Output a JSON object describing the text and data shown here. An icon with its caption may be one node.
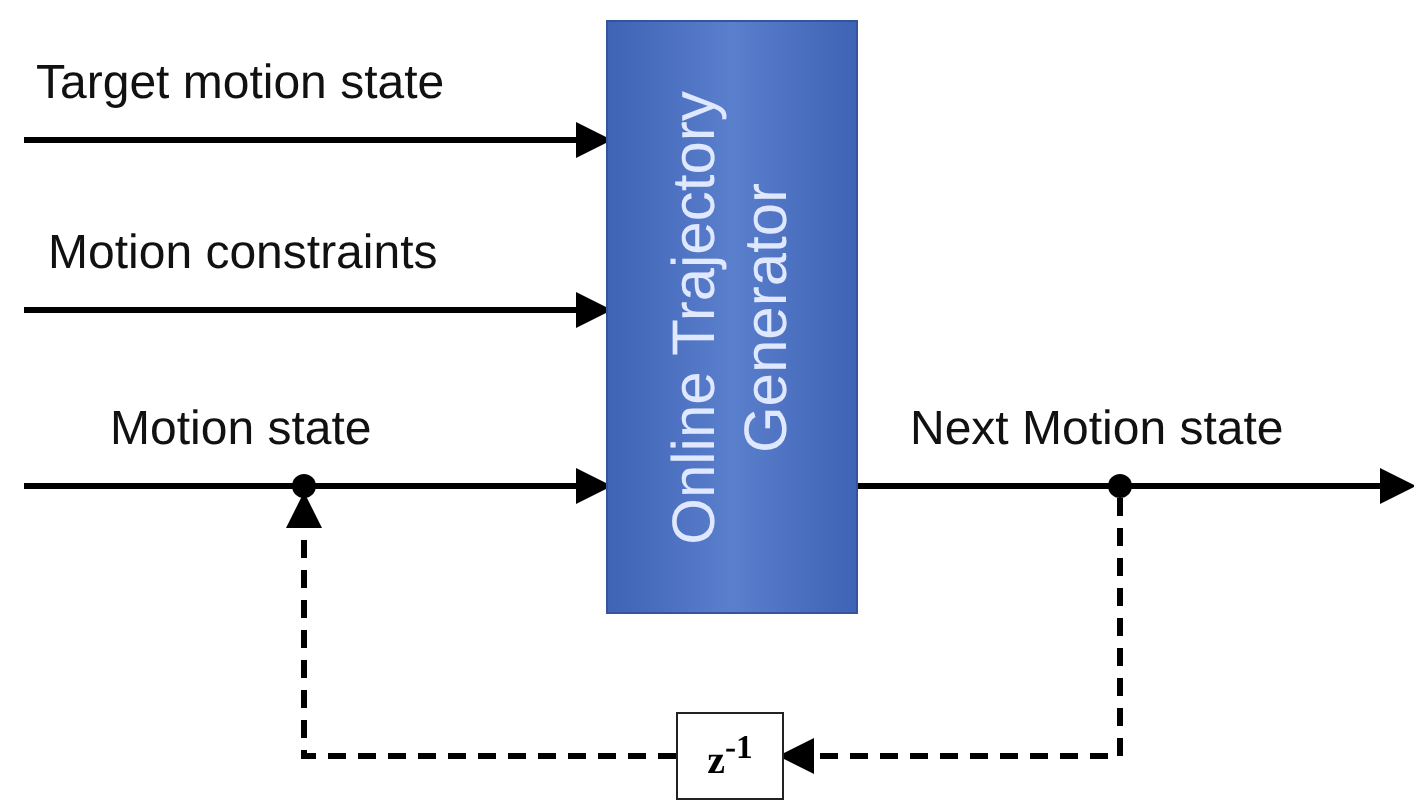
{
  "diagram": {
    "nodes": [
      {
        "text": [
          "Online Trajectory Generator"
        ]
      },
      {
        "text": [],
        "shape": "circle"
      },
      {
        "text": [],
        "shape": "circle"
      },
      {
        "text": [
          "z$^{-1}$"
        ]
      }
    ],
    "edges": [
      {
        "from": null,
        "to": 0,
        "arrow": "to",
        "label": "Target motion state"
      },
      {
        "from": null,
        "to": 0,
        "arrow": "to",
        "label": "Motion constraints"
      },
      {
        "from": null,
        "to": 0,
        "arrow": "to",
        "label": "Motion state"
      },
      {
        "from": 0,
        "to": null,
        "arrow": "to",
        "label": "Next Motion state"
      },
      {
        "from": 2,
        "to": 3,
        "arrow": "to",
        "style": "dashed"
      },
      {
        "from": 3,
        "to": 1,
        "arrow": "to",
        "style": "dashed"
      }
    ]
  }
}
